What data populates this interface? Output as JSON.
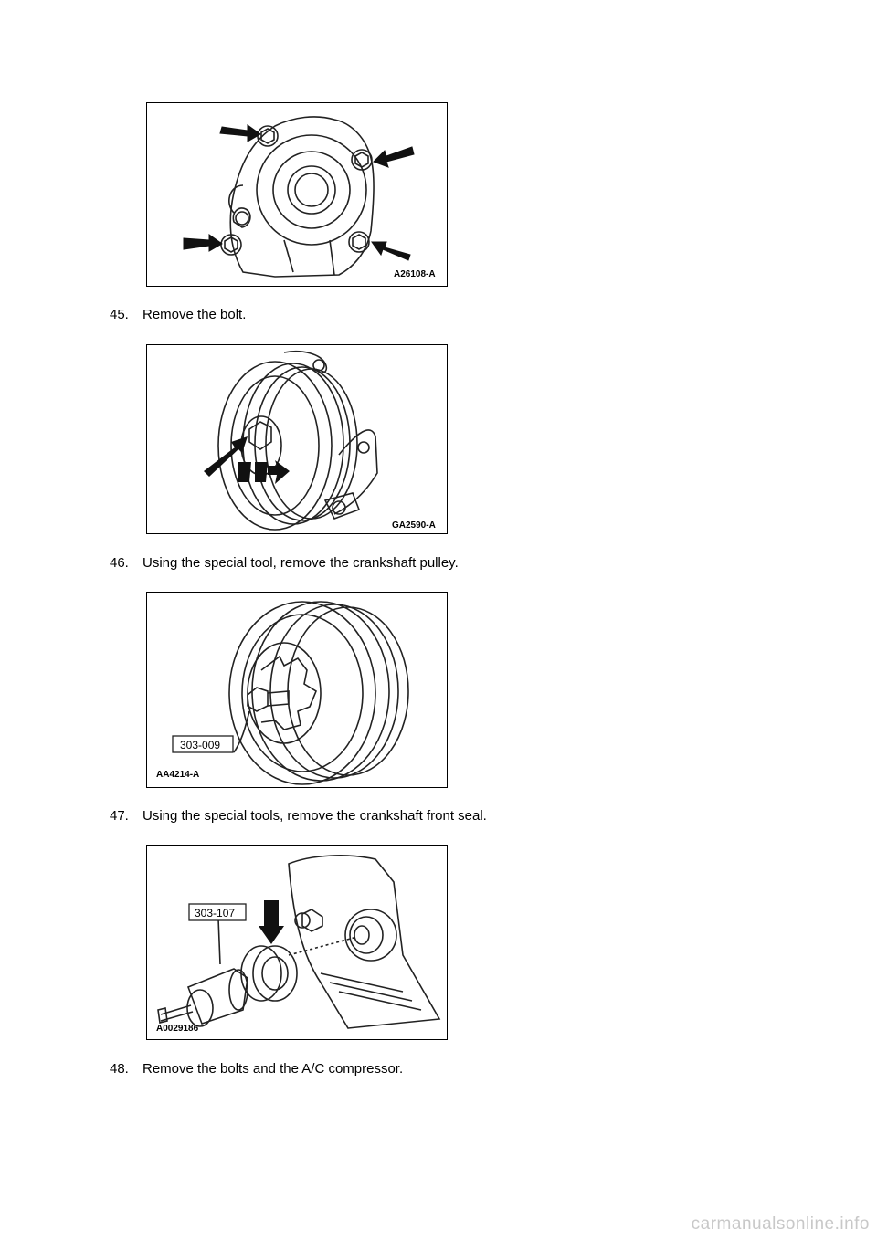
{
  "figures": [
    {
      "id": "A26108-A"
    },
    {
      "id": "GA2590-A"
    },
    {
      "id": "AA4214-A",
      "tool_label": "303-009"
    },
    {
      "id": "A0029186",
      "tool_label": "303-107"
    }
  ],
  "steps": [
    {
      "number": "45.",
      "text": "Remove the bolt."
    },
    {
      "number": "46.",
      "text": "Using the special tool, remove the crankshaft pulley."
    },
    {
      "number": "47.",
      "text": "Using the special tools, remove the crankshaft front seal."
    },
    {
      "number": "48.",
      "text": "Remove the bolts and the A/C compressor."
    }
  ],
  "footer": {
    "text": "carmanualsonline.info"
  }
}
